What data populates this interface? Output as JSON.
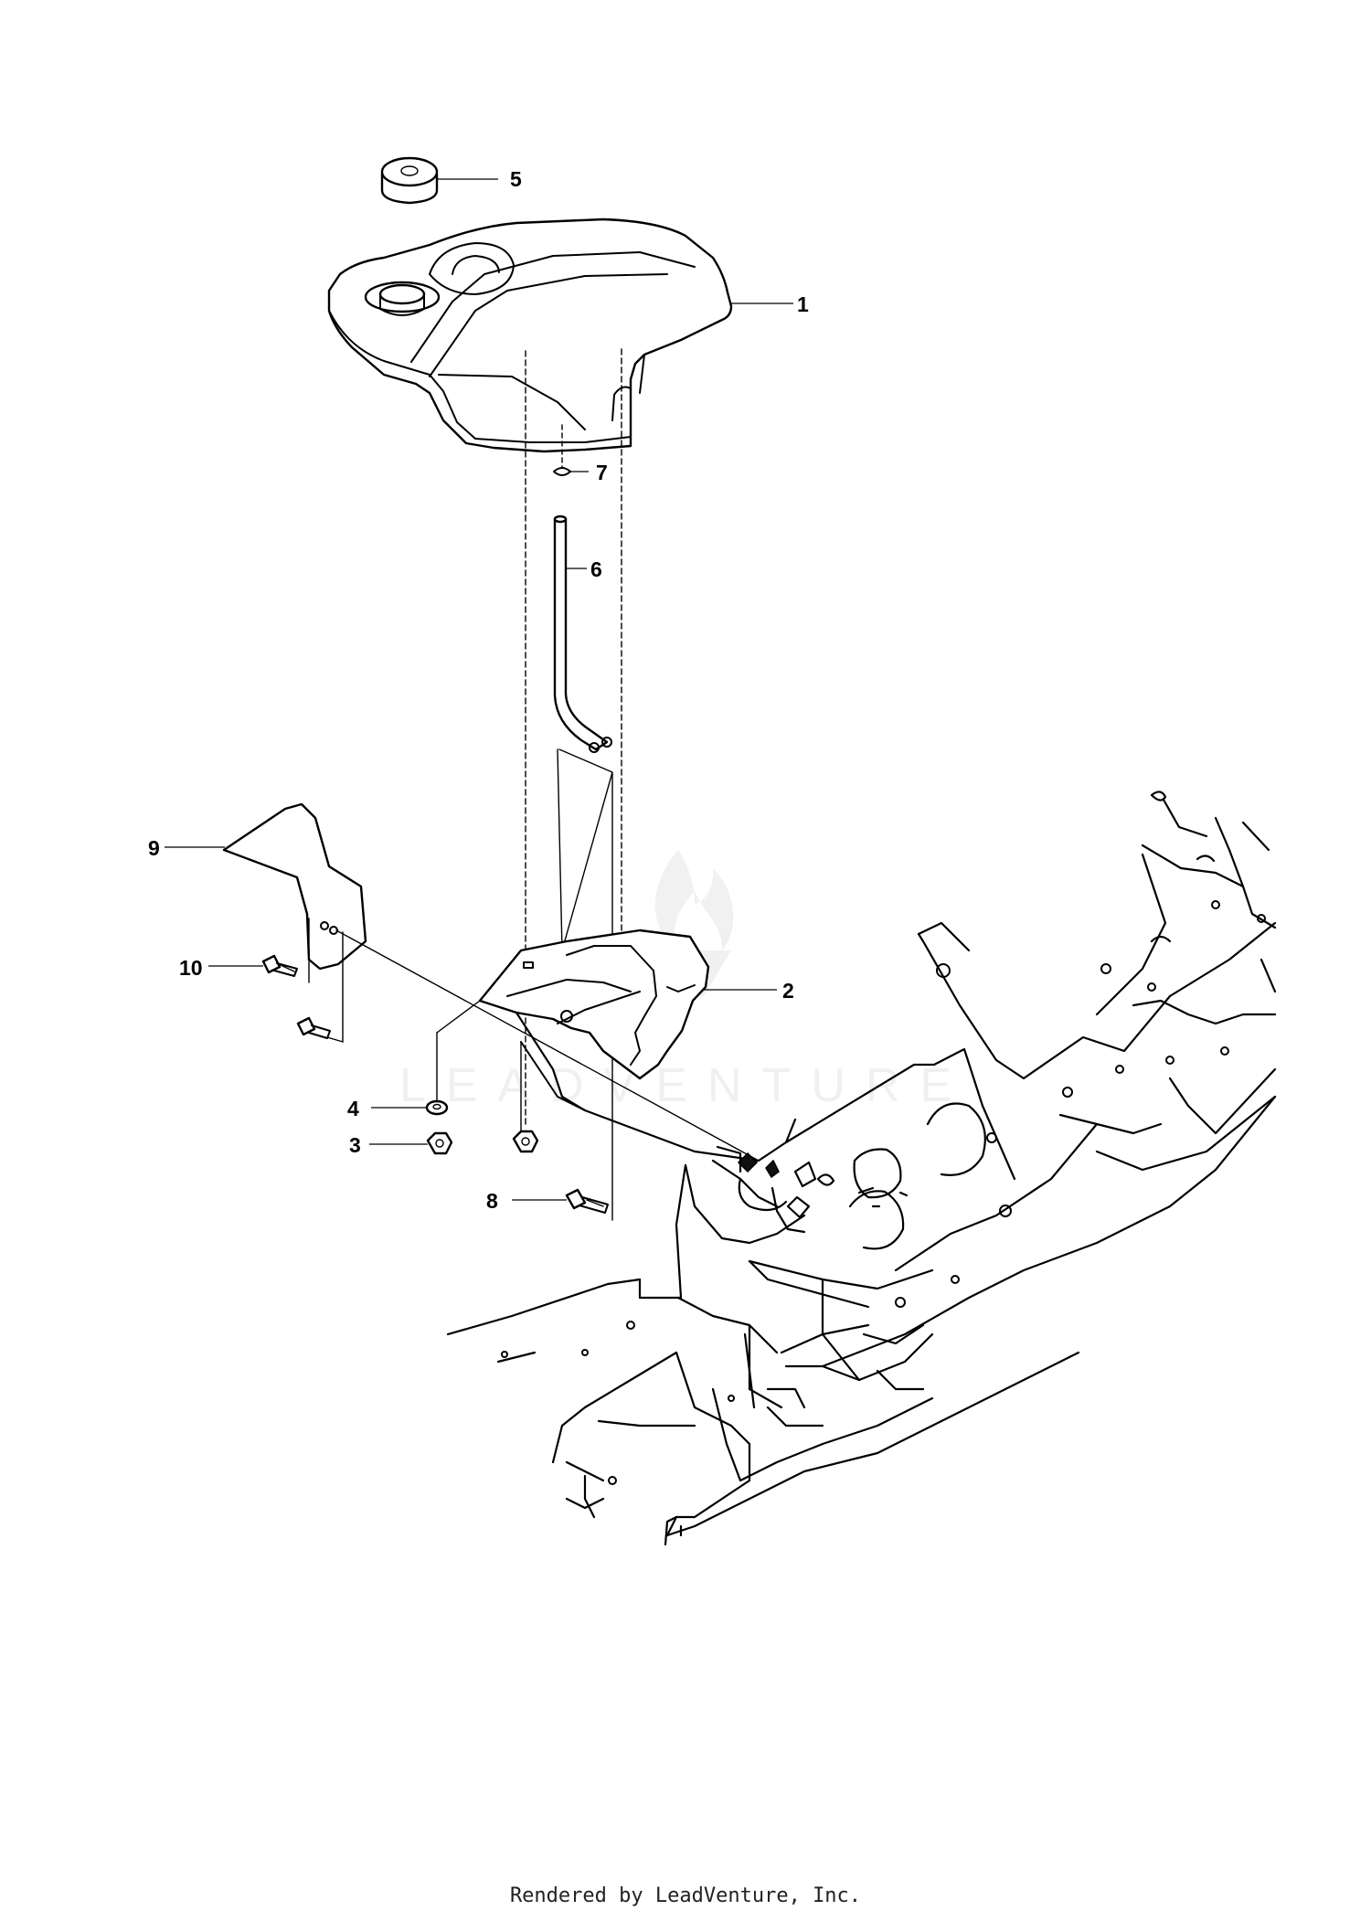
{
  "diagram": {
    "callouts": [
      {
        "label": "5"
      },
      {
        "label": "1"
      },
      {
        "label": "7"
      },
      {
        "label": "6"
      },
      {
        "label": "9"
      },
      {
        "label": "2"
      },
      {
        "label": "10"
      },
      {
        "label": "4"
      },
      {
        "label": "3"
      },
      {
        "label": "8"
      }
    ],
    "watermark": "LEADVENTURE"
  },
  "footer": {
    "text": "Rendered by LeadVenture, Inc."
  }
}
